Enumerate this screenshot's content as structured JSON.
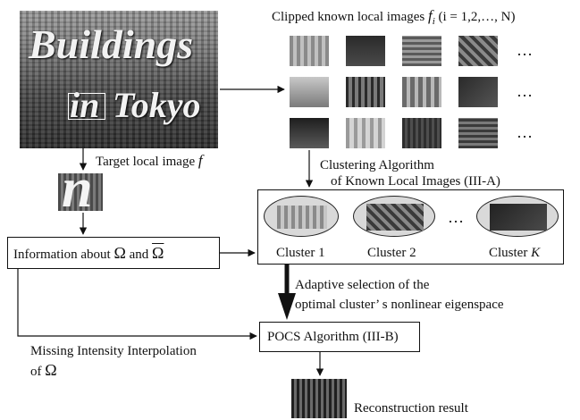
{
  "photo": {
    "title_line1": "Buildings",
    "title_line2_a": "in",
    "title_line2_b": "Tokyo"
  },
  "labels": {
    "clipped_prefix": "Clipped known local images ",
    "clipped_math": "f",
    "clipped_sub": "i",
    "clipped_suffix": " (i = 1,2,…, N)",
    "target_prefix": "Target local image ",
    "target_math": "f",
    "crop_glyph": "n",
    "clustering_line1": "Clustering Algorithm",
    "clustering_line2": "of Known Local Images (III-A)",
    "info_box": "Information about",
    "omega": "Ω",
    "and": "and",
    "omega_bar": "Ω",
    "ellipsis": "…",
    "cluster1": "Cluster 1",
    "cluster2": "Cluster 2",
    "clusterK_prefix": "Cluster",
    "clusterK_var": "K",
    "adaptive_line1": "Adaptive selection of the",
    "adaptive_line2": "optimal cluster’ s nonlinear eigenspace",
    "pocs_box": "POCS Algorithm (III-B)",
    "missing_line1": "Missing Intensity Interpolation",
    "missing_line2_prefix": "of",
    "missing_line2_omega": "Ω",
    "reconstruction": "Reconstruction result"
  },
  "colors": {
    "photo_dark": "#3a3a3a",
    "photo_light": "#9a9a9a",
    "thumb_dark": "#2a2a2a",
    "thumb_light": "#b0b0b0",
    "ellipse_fill": "#d9d9d9",
    "line": "#111111"
  }
}
